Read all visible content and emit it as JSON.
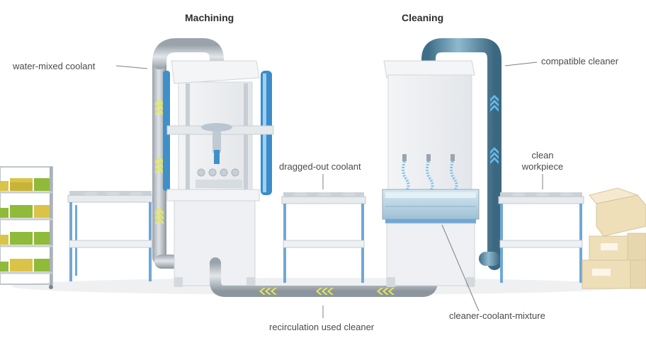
{
  "titles": {
    "machining": "Machining",
    "cleaning": "Cleaning"
  },
  "labels": {
    "water_mixed_coolant": "water-mixed coolant",
    "compatible_cleaner": "compatible cleaner",
    "dragged_out_coolant": "dragged-out coolant",
    "clean_workpiece_line1": "clean",
    "clean_workpiece_line2": "workpiece",
    "recirculation": "recirculation used cleaner",
    "cleaner_coolant_mixture": "cleaner-coolant-mixture"
  },
  "colors": {
    "coolant_pipe": "#b4bcc4",
    "cleaner_pipe": "#5f8ea8",
    "table_frame": "#6fa8d6",
    "flow_arrow": "#e6ea55",
    "cleaner_arrow": "#67b7e8",
    "cleaning_basin": "#a9c9dd",
    "bin_green": "#8fba3a",
    "bin_yellow": "#d9c447",
    "box": "#eedfb9"
  }
}
